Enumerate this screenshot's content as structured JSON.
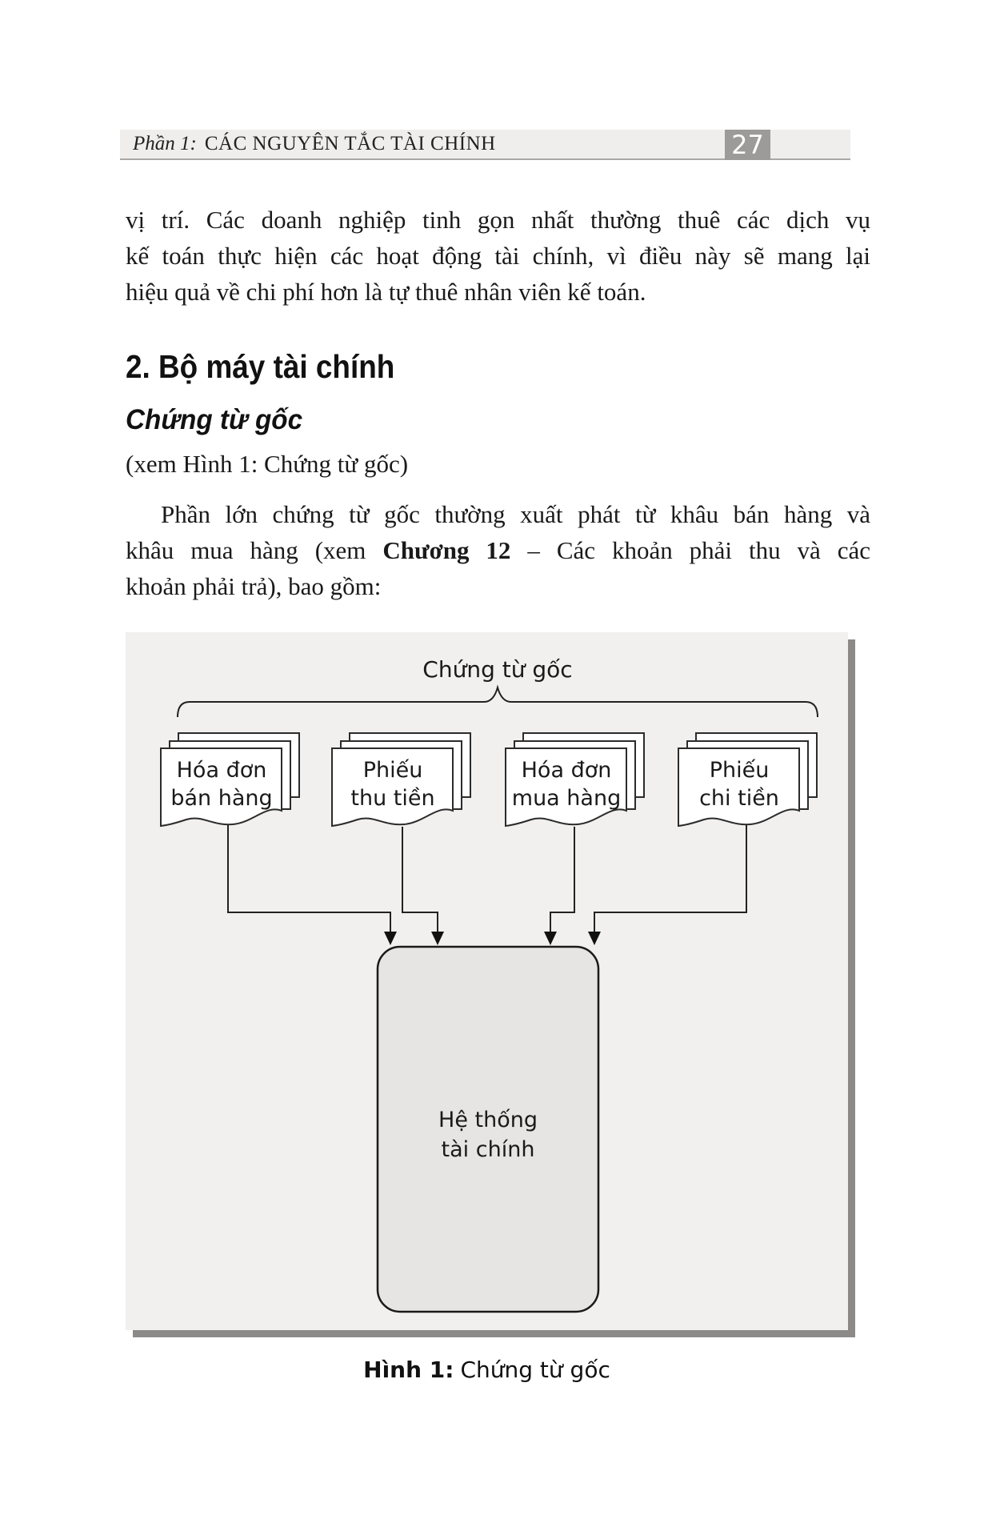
{
  "header": {
    "part_label": "Phần 1:",
    "title": "CÁC NGUYÊN TẮC TÀI CHÍNH",
    "page_number": "27"
  },
  "paragraph1": {
    "lines": [
      "vị trí. Các doanh nghiệp tinh gọn nhất thường thuê các dịch vụ",
      "kế toán thực hiện các hoạt động tài chính, vì điều này sẽ mang lại",
      "hiệu quả về chi phí hơn là tự thuê nhân viên kế toán."
    ]
  },
  "section": {
    "heading": "2. Bộ máy tài chính",
    "subheading": "Chứng từ gốc",
    "reference": "(xem Hình 1: Chứng từ gốc)"
  },
  "paragraph2": {
    "line1": "Phần lớn chứng từ gốc thường xuất phát từ khâu bán hàng và",
    "line2_prefix": "khâu mua hàng (xem ",
    "line2_bold": "Chương 12",
    "line2_suffix": " – Các khoản phải thu và các",
    "line3": "khoản phải trả), bao gồm:"
  },
  "figure": {
    "title": "Chứng từ gốc",
    "documents": [
      {
        "line1": "Hóa đơn",
        "line2": "bán hàng"
      },
      {
        "line1": "Phiếu",
        "line2": "thu tiền"
      },
      {
        "line1": "Hóa đơn",
        "line2": "mua hàng"
      },
      {
        "line1": "Phiếu",
        "line2": "chi tiền"
      }
    ],
    "system_box": {
      "line1": "Hệ thống",
      "line2": "tài chính"
    },
    "caption_label": "Hình 1:",
    "caption_text": "Chứng từ gốc",
    "colors": {
      "header_band": "#efeeec",
      "page_number_box": "#9c9b99",
      "figure_background": "#f1f0ee",
      "figure_shadow": "#8b8a88",
      "system_box_fill": "#e6e5e3",
      "ink": "#1a1a1a"
    }
  }
}
